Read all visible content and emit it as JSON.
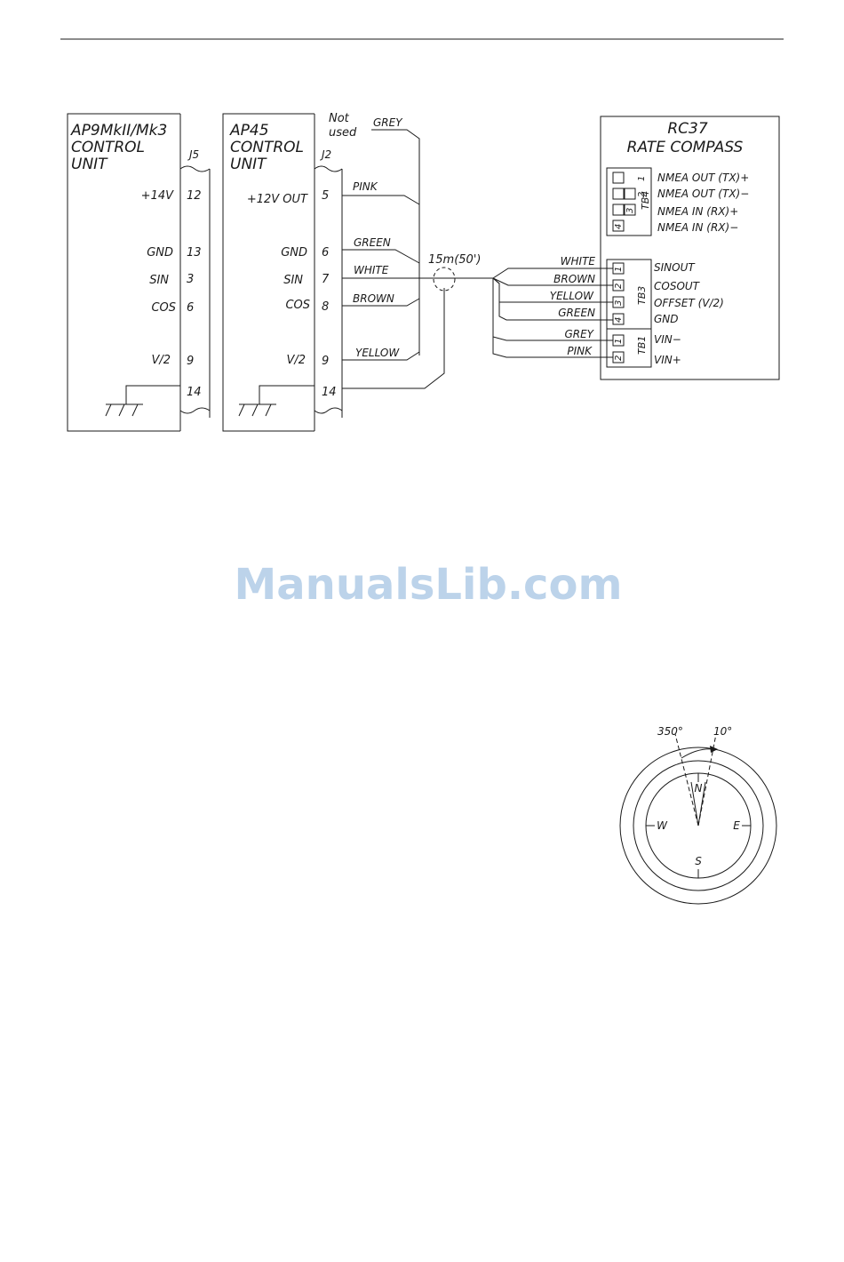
{
  "watermark": "ManualsLib.com",
  "ap9": {
    "title": [
      "AP9MkII/Mk3",
      "CONTROL",
      "UNIT"
    ],
    "connector": "J5",
    "pins": [
      {
        "label": "+14V",
        "num": "12"
      },
      {
        "label": "GND",
        "num": "13"
      },
      {
        "label": "SIN",
        "num": "3"
      },
      {
        "label": "COS",
        "num": "6"
      },
      {
        "label": "V/2",
        "num": "9"
      },
      {
        "label": "",
        "num": "14"
      }
    ]
  },
  "ap45": {
    "title": [
      "AP45",
      "CONTROL",
      "UNIT"
    ],
    "connector": "J2",
    "pins": [
      {
        "label": "+12V OUT",
        "num": "5",
        "wire": "PINK"
      },
      {
        "label": "GND",
        "num": "6",
        "wire": "GREEN"
      },
      {
        "label": "SIN",
        "num": "7",
        "wire": "WHITE"
      },
      {
        "label": "COS",
        "num": "8",
        "wire": "BROWN"
      },
      {
        "label": "V/2",
        "num": "9",
        "wire": "YELLOW"
      },
      {
        "label": "",
        "num": "14",
        "wire": ""
      }
    ],
    "not_used": [
      "Not",
      "used"
    ],
    "grey_wire": "GREY"
  },
  "cable": {
    "length": "15m(50')"
  },
  "rc37": {
    "title": [
      "RC37",
      "RATE COMPASS"
    ],
    "tb4": {
      "name": "TB4",
      "rows": [
        {
          "num": "1",
          "label": "NMEA OUT (TX)+"
        },
        {
          "num": "2",
          "label": "NMEA OUT (TX)−"
        },
        {
          "num": "3",
          "label": "NMEA IN (RX)+"
        },
        {
          "num": "4",
          "label": "NMEA IN (RX)−"
        }
      ]
    },
    "tb3": {
      "name": "TB3",
      "rows": [
        {
          "num": "1",
          "label": "SINOUT",
          "wire": "WHITE"
        },
        {
          "num": "2",
          "label": "COSOUT",
          "wire": "BROWN"
        },
        {
          "num": "3",
          "label": "OFFSET (V/2)",
          "wire": "YELLOW"
        },
        {
          "num": "4",
          "label": "GND",
          "wire": "GREEN"
        }
      ]
    },
    "tb1": {
      "name": "TB1",
      "rows": [
        {
          "num": "1",
          "label": "VIN−",
          "wire": "GREY"
        },
        {
          "num": "2",
          "label": "VIN+",
          "wire": "PINK"
        }
      ]
    }
  },
  "compass": {
    "angle_left": "350°",
    "angle_right": "10°",
    "north": "N",
    "south": "S",
    "east": "E",
    "west": "W"
  }
}
